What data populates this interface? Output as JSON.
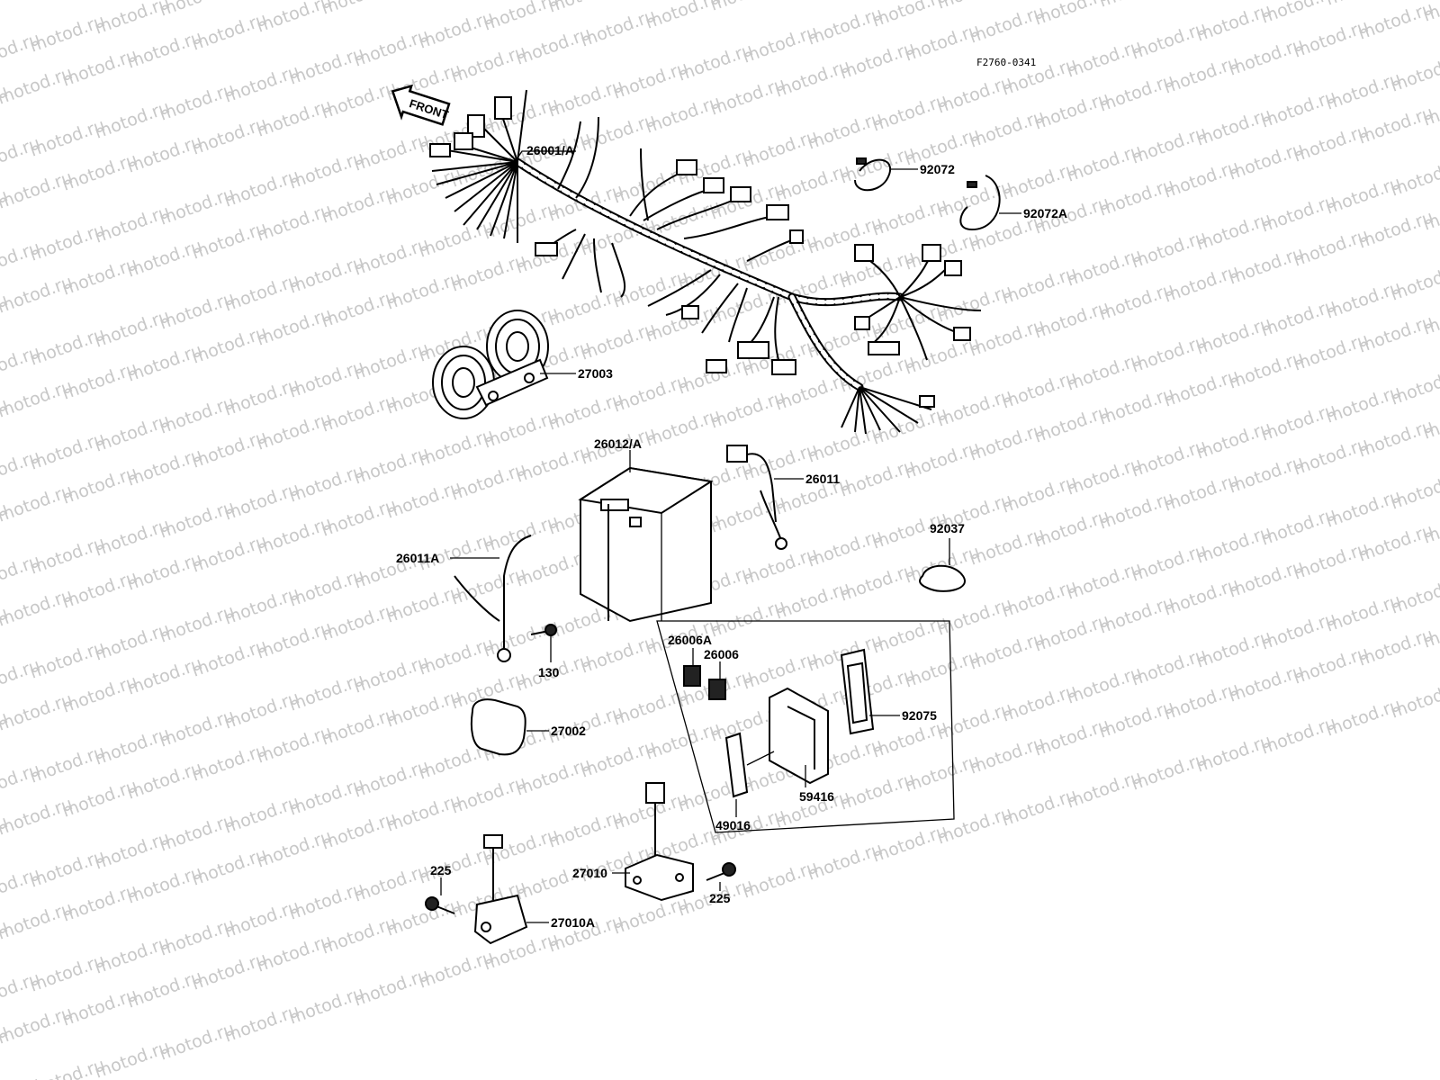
{
  "drawing_code": "F2760-0341",
  "front_label": "FRONT",
  "watermark_text": "motod.ru",
  "parts": {
    "p26001A": "26001/A",
    "p92072": "92072",
    "p92072A": "92072A",
    "p27003": "27003",
    "p26012A": "26012/A",
    "p26011": "26011",
    "p92037": "92037",
    "p26011A": "26011A",
    "p130": "130",
    "p26006A": "26006A",
    "p26006": "26006",
    "p92075": "92075",
    "p27002": "27002",
    "p59416": "59416",
    "p49016": "49016",
    "p225a": "225",
    "p225b": "225",
    "p27010": "27010",
    "p27010A": "27010A"
  }
}
